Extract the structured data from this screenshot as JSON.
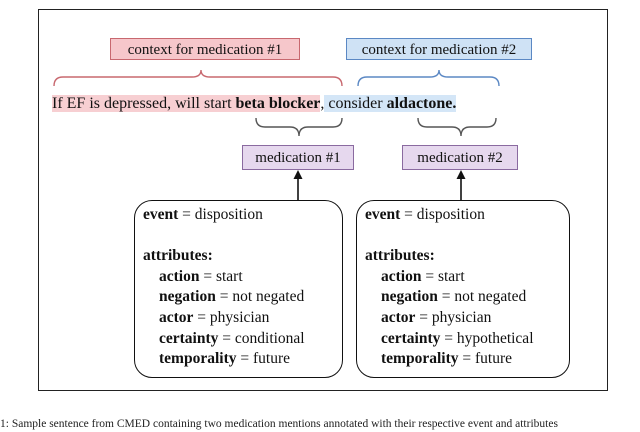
{
  "contexts": [
    {
      "label": "context for medication #1",
      "color": "#f6c7cb"
    },
    {
      "label": "context for medication #2",
      "color": "#cfe2f5"
    }
  ],
  "sentence": {
    "part1": "If EF is depressed, will start ",
    "med1": "beta blocker",
    "part2": ",",
    "part3": " consider ",
    "med2": "aldactone."
  },
  "medications": [
    {
      "label": "medication #1",
      "color": "#e6d8ee"
    },
    {
      "label": "medication #2",
      "color": "#e6d8ee"
    }
  ],
  "cards": [
    {
      "event_key": "event",
      "event_value": " = disposition",
      "attributes_label": "attributes:",
      "attributes": [
        {
          "key": "action",
          "value": " = start"
        },
        {
          "key": "negation",
          "value": " = not negated"
        },
        {
          "key": "actor",
          "value": " = physician"
        },
        {
          "key": "certainty",
          "value": " = conditional"
        },
        {
          "key": "temporality",
          "value": " = future"
        }
      ]
    },
    {
      "event_key": "event",
      "event_value": " = disposition",
      "attributes_label": "attributes:",
      "attributes": [
        {
          "key": "action",
          "value": " = start"
        },
        {
          "key": "negation",
          "value": " = not negated"
        },
        {
          "key": "actor",
          "value": " = physician"
        },
        {
          "key": "certainty",
          "value": " = hypothetical"
        },
        {
          "key": "temporality",
          "value": " = future"
        }
      ]
    }
  ],
  "caption": "1: Sample sentence from CMED containing two medication mentions annotated with their respective event and attributes"
}
